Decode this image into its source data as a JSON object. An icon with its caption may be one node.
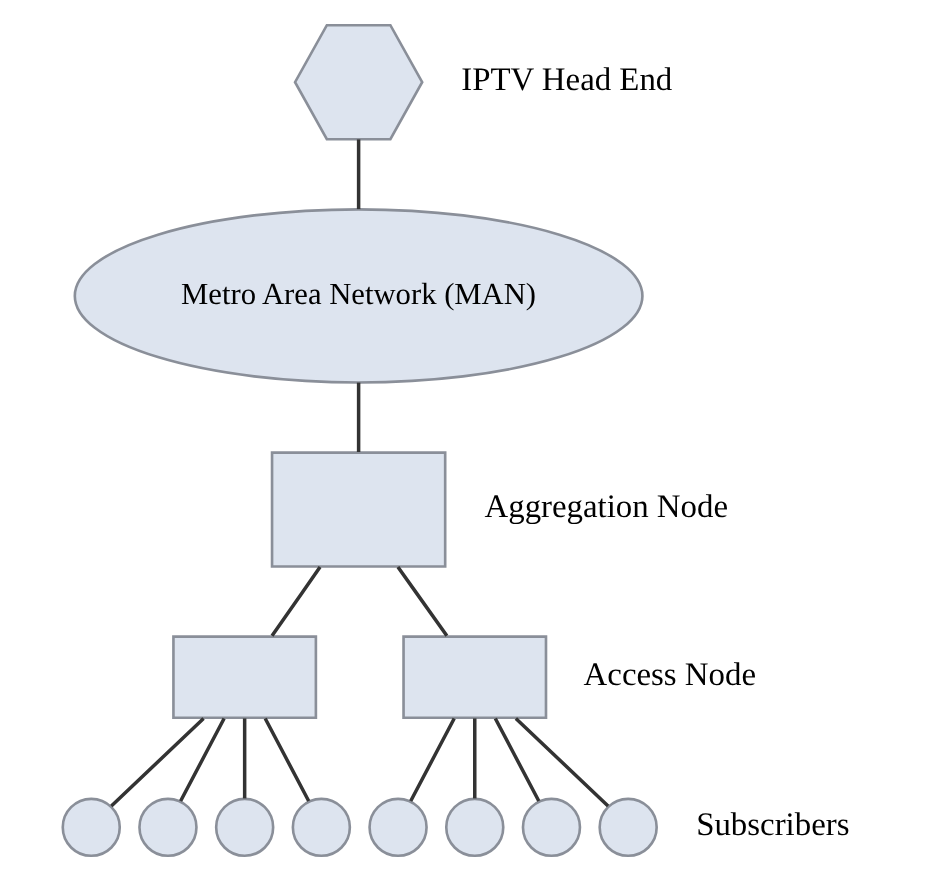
{
  "diagram": {
    "nodes": [
      {
        "text": [],
        "shape": "hexagon",
        "beside": [
          "IPTV Head End"
        ]
      },
      {
        "text": [
          "Metro Area Network (MAN)"
        ]
      },
      {
        "text": [],
        "shape": "box",
        "beside": [
          "Aggregation Node"
        ]
      },
      {
        "text": [],
        "shape": "box"
      },
      {
        "text": [],
        "shape": "box"
      },
      {
        "text": [],
        "shape": "circle"
      },
      {
        "text": [],
        "shape": "circle"
      },
      {
        "text": [],
        "shape": "circle"
      },
      {
        "text": [],
        "shape": "circle"
      },
      {
        "text": [],
        "shape": "circle"
      },
      {
        "text": [],
        "shape": "circle"
      },
      {
        "text": [],
        "shape": "circle"
      },
      {
        "text": [],
        "shape": "circle"
      }
    ],
    "edges": [
      {
        "from": 0,
        "to": 1,
        "arrow": "none"
      },
      {
        "from": 1,
        "to": 2,
        "arrow": "none"
      },
      {
        "from": 2,
        "to": 3,
        "arrow": "none"
      },
      {
        "from": 2,
        "to": 4,
        "arrow": "none"
      },
      {
        "from": 3,
        "to": 5,
        "arrow": "none"
      },
      {
        "from": 3,
        "to": 6,
        "arrow": "none"
      },
      {
        "from": 3,
        "to": 7,
        "arrow": "none"
      },
      {
        "from": 3,
        "to": 8,
        "arrow": "none"
      },
      {
        "from": 4,
        "to": 9,
        "arrow": "none"
      },
      {
        "from": 4,
        "to": 10,
        "arrow": "none"
      },
      {
        "from": 4,
        "to": 11,
        "arrow": "none"
      },
      {
        "from": 4,
        "to": 12,
        "arrow": "none"
      }
    ],
    "labels": [
      "Access Node",
      "Subscribers"
    ]
  }
}
